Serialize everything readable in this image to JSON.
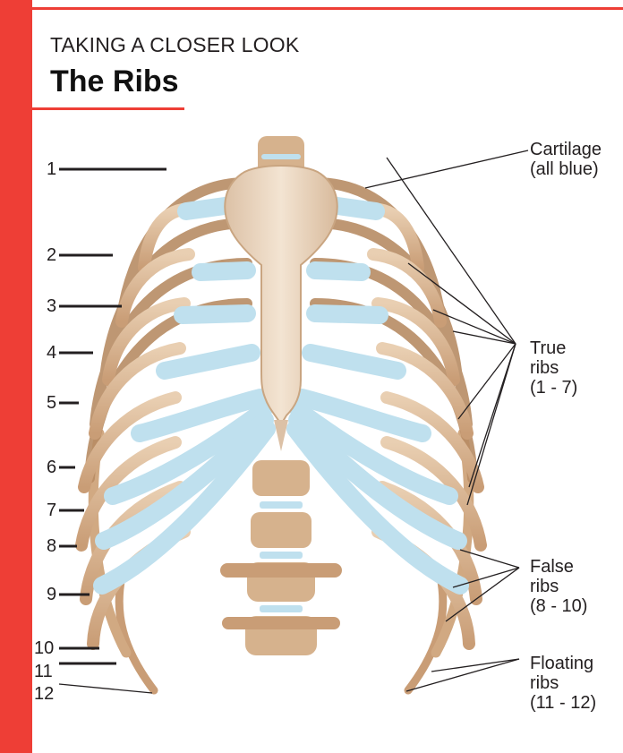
{
  "header": {
    "kicker": "TAKING A CLOSER LOOK",
    "title": "The Ribs"
  },
  "rib_numbers": [
    "1",
    "2",
    "3",
    "4",
    "5",
    "6",
    "7",
    "8",
    "9",
    "10",
    "11",
    "12"
  ],
  "callouts": {
    "cartilage": [
      "Cartilage",
      "(all blue)"
    ],
    "true_ribs": [
      "True",
      "ribs",
      "(1 - 7)"
    ],
    "false_ribs": [
      "False",
      "ribs",
      "(8 - 10)"
    ],
    "floating_ribs": [
      "Floating",
      "ribs",
      "(11 - 12)"
    ]
  },
  "colors": {
    "accent": "#ee3e36",
    "bone": "#dcbc9a",
    "bone_dark": "#b08560",
    "cartilage": "#bfe0ee"
  }
}
